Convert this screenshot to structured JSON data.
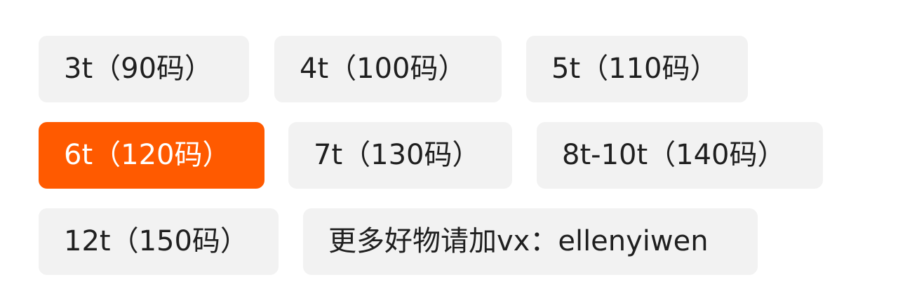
{
  "size_options": {
    "selected_index": 3,
    "items": [
      {
        "label": "3t（90码）"
      },
      {
        "label": "4t（100码）"
      },
      {
        "label": "5t（110码）"
      },
      {
        "label": "6t（120码）"
      },
      {
        "label": "7t（130码）"
      },
      {
        "label": "8t-10t（140码）"
      },
      {
        "label": "12t（150码）"
      },
      {
        "label": "更多好物请加vx：ellenyiwen"
      }
    ]
  },
  "colors": {
    "selected_background": "#ff5a00",
    "selected_text": "#ffffff",
    "chip_background": "#f2f2f2",
    "chip_text": "#1f1f1f"
  }
}
